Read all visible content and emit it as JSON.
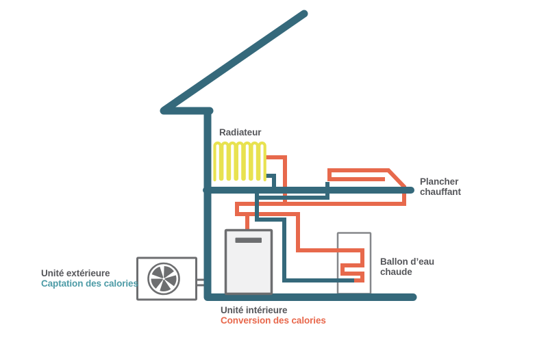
{
  "diagram": {
    "labels": {
      "radiator": "Radiateur",
      "floor_heating": {
        "line1": "Plancher",
        "line2": "chauffant"
      },
      "tank": {
        "line1": "Ballon d’eau",
        "line2": "chaude"
      },
      "outdoor_unit": {
        "title": "Unité extérieure",
        "subtitle": "Captation des calories"
      },
      "indoor_unit": {
        "title": "Unité intérieure",
        "subtitle": "Conversion des calories"
      }
    },
    "icons": {
      "outdoor_fan": "fan-icon"
    },
    "colors": {
      "structure": "#35697b",
      "pipe_hot": "#e7694c",
      "pipe_cold": "#35697b",
      "radiator": "#e8e250",
      "equipment_border": "#6d6e70",
      "tank_border": "#85878a",
      "equipment_fill": "#f1f1f2",
      "label_dark": "#55565a",
      "label_teal": "#4d9ba6",
      "label_orange": "#e8674b"
    }
  }
}
